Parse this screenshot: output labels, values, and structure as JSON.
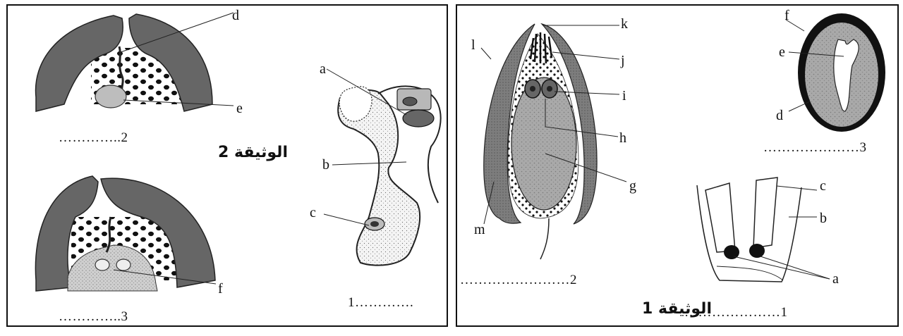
{
  "left_doc": {
    "title": "الوثيقة 2",
    "fig1": {
      "caption": "1………….",
      "labels": {
        "a": "a",
        "b": "b",
        "c": "c"
      }
    },
    "fig2": {
      "caption": "…………..2",
      "labels": {
        "d": "d",
        "e": "e"
      }
    },
    "fig3": {
      "caption": "…………..3",
      "labels": {
        "f": "f"
      }
    }
  },
  "right_doc": {
    "title": "الوثيقة 1",
    "fig1": {
      "caption": "…………………1",
      "labels": {
        "a": "a",
        "b": "b",
        "c": "c"
      }
    },
    "fig2": {
      "caption": "……………………2",
      "labels": {
        "g": "g",
        "h": "h",
        "i": "i",
        "j": "j",
        "k": "k",
        "l": "l",
        "m": "m"
      }
    },
    "fig3": {
      "caption": "…………………3",
      "labels": {
        "d": "d",
        "e": "e",
        "f": "f"
      }
    }
  }
}
